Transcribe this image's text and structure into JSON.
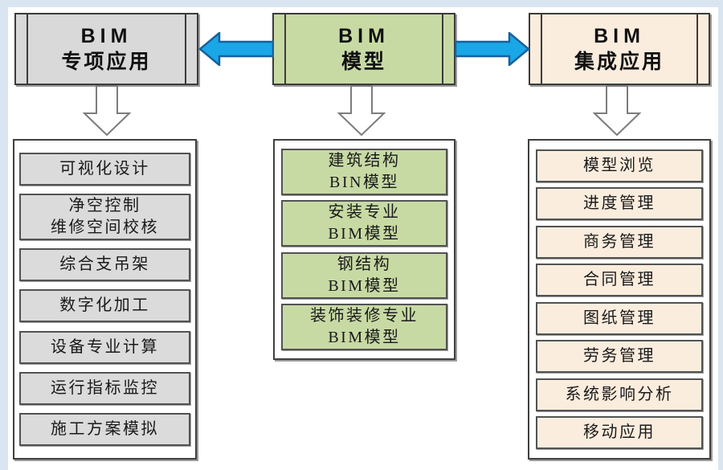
{
  "colors": {
    "edge": "#D9E6F2",
    "gray_fill": "#D9D9D9",
    "gray_item": "#DBDBDB",
    "green_fill": "#C8DAA4",
    "cream_fill": "#FBEDDE",
    "blue_arrow": "#19A7E8",
    "blue_arrow_border": "#17619C",
    "down_arrow_border": "#7C7C7C"
  },
  "columns": [
    {
      "id": "bim-special-applications",
      "header": {
        "line1": "BIM",
        "line2": "专项应用"
      },
      "items": [
        "可视化设计",
        "净空控制\n维修空间校核",
        "综合支吊架",
        "数字化加工",
        "设备专业计算",
        "运行指标监控",
        "施工方案模拟"
      ]
    },
    {
      "id": "bim-model",
      "header": {
        "line1": "BIM",
        "line2": "模型"
      },
      "items": [
        "建筑结构\nBIN模型",
        "安装专业\nBIM模型",
        "钢结构\nBIM模型",
        "装饰装修专业\nBIM模型"
      ]
    },
    {
      "id": "bim-integrated-applications",
      "header": {
        "line1": "BIM",
        "line2": "集成应用"
      },
      "items": [
        "模型浏览",
        "进度管理",
        "商务管理",
        "合同管理",
        "图纸管理",
        "劳务管理",
        "系统影响分析",
        "移动应用"
      ]
    }
  ]
}
